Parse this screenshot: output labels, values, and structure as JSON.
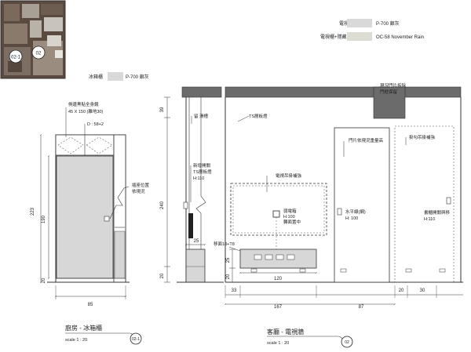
{
  "legend": {
    "items": [
      {
        "label": "電視櫃",
        "code": "P-700 銀灰",
        "color": "#d9d9d9"
      },
      {
        "label": "電視櫃+隱藏門片",
        "code": "OC-58 November Rain",
        "color": "#dcdcd2"
      }
    ],
    "fridge": {
      "label": "冰箱櫃",
      "code": "P-700 銀灰",
      "color": "#d9d9d9"
    }
  },
  "plan": {
    "markers": [
      "02-1",
      "02"
    ]
  },
  "kitchen": {
    "notes": {
      "mirror": "側邊黑貼全身鏡",
      "mirror_size": "45 X 150 (離地30)",
      "depth": "D : 58+2",
      "outlet": "插座位置",
      "outlet2": "依現況"
    },
    "dims": {
      "total_height": "223",
      "door_height": "190",
      "plinth": "20",
      "width": "85"
    },
    "title": "廚房 - 冰箱櫃",
    "scale": "scale 1 : 20",
    "tag": "02-1"
  },
  "section": {
    "notes": {
      "strip": "留 滑槽",
      "switch": "新增開關",
      "switch2": "TS層板燈",
      "switch3": "H:110"
    },
    "dims": {
      "top": "39",
      "height": "240",
      "bottom": "20",
      "depth": "25"
    }
  },
  "living": {
    "notes": {
      "door_keep": "現況門片拆除",
      "door_keep2": "門框保留",
      "ts_light": "TS層板燈",
      "door_panel": "門片依現況重量高",
      "tv": "電視吊掛補強",
      "box": "弱電箱",
      "box2": "H:100",
      "box3": "轉面置中",
      "water": "水平線(網)",
      "water2": "H: 100",
      "hook": "掛勾吊掛補強",
      "switch": "書櫃開關與移",
      "switch2": "H:110",
      "plinth": "移面18+T8"
    },
    "dims": {
      "plinth_h": "25",
      "bottom": "20",
      "tv_width": "120",
      "left": "33",
      "mid": "167",
      "right": "87",
      "r1": "20",
      "r2": "30"
    },
    "title": "客廳 - 電視牆",
    "scale": "scale 1 : 20",
    "tag": "02"
  }
}
